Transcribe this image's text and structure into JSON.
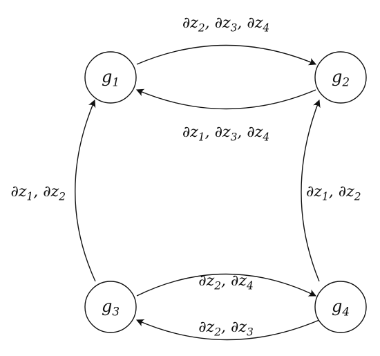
{
  "nodes": {
    "g1": {
      "base": "g",
      "sub": "1"
    },
    "g2": {
      "base": "g",
      "sub": "2"
    },
    "g3": {
      "base": "g",
      "sub": "3"
    },
    "g4": {
      "base": "g",
      "sub": "4"
    }
  },
  "edges": {
    "g1_to_g2": [
      "∂",
      "z",
      "2",
      "∂",
      "z",
      "3",
      "∂",
      "z",
      "4"
    ],
    "g2_to_g1": [
      "∂",
      "z",
      "1",
      "∂",
      "z",
      "3",
      "∂",
      "z",
      "4"
    ],
    "g3_to_g1": [
      "∂",
      "z",
      "1",
      "∂",
      "z",
      "2"
    ],
    "g4_to_g2": [
      "∂",
      "z",
      "1",
      "∂",
      "z",
      "2"
    ],
    "g3_to_g4": [
      "∂",
      "z",
      "2",
      "∂",
      "z",
      "4"
    ],
    "g4_to_g3": [
      "∂",
      "z",
      "2",
      "∂",
      "z",
      "3"
    ]
  }
}
